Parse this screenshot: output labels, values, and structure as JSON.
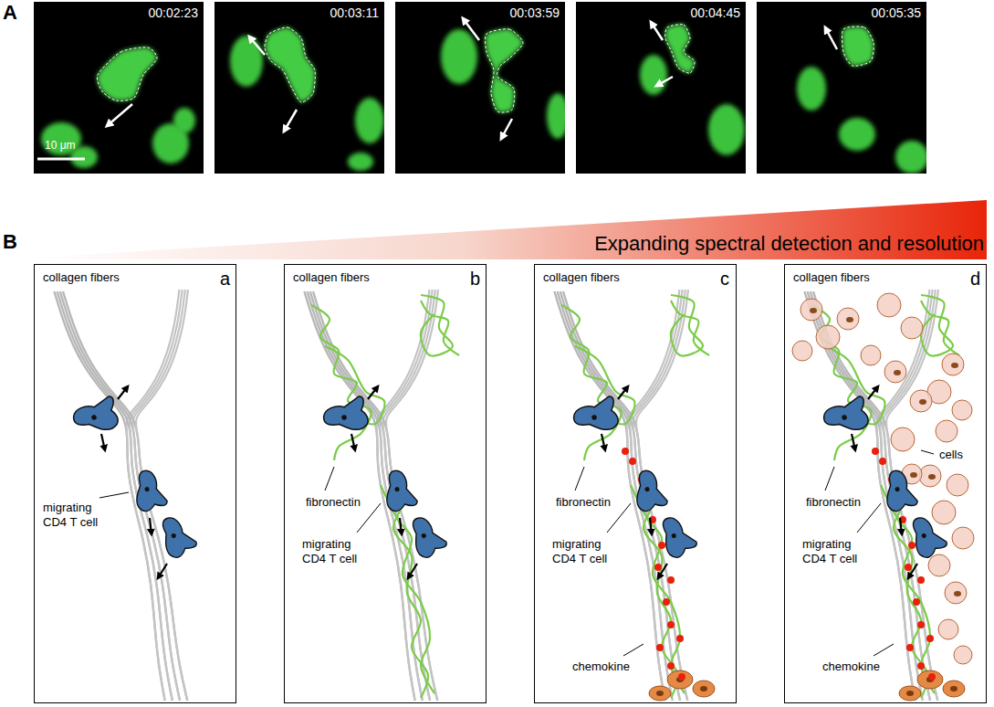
{
  "diagram": {
    "nodes": [
      {
        "text": [
          "00:02:23",
          "10 μm"
        ]
      },
      {
        "text": [
          "00:03:11"
        ]
      },
      {
        "text": [
          "00:03:59"
        ]
      },
      {
        "text": [
          "00:04:45"
        ]
      },
      {
        "text": [
          "00:05:35"
        ]
      },
      {
        "text": [
          "collagen fibers",
          "a",
          "migrating CD4 T cell"
        ]
      },
      {
        "text": [
          "collagen fibers",
          "b",
          "fibronectin",
          "migrating CD4 T cell"
        ]
      },
      {
        "text": [
          "collagen fibers",
          "c",
          "fibronectin",
          "migrating CD4 T cell",
          "chemokine"
        ]
      },
      {
        "text": [
          "collagen fibers",
          "d",
          "cells",
          "fibronectin",
          "migrating CD4 T cell",
          "chemokine"
        ]
      }
    ],
    "labels": [
      "A",
      "B",
      "Expanding spectral detection and resolution"
    ]
  }
}
